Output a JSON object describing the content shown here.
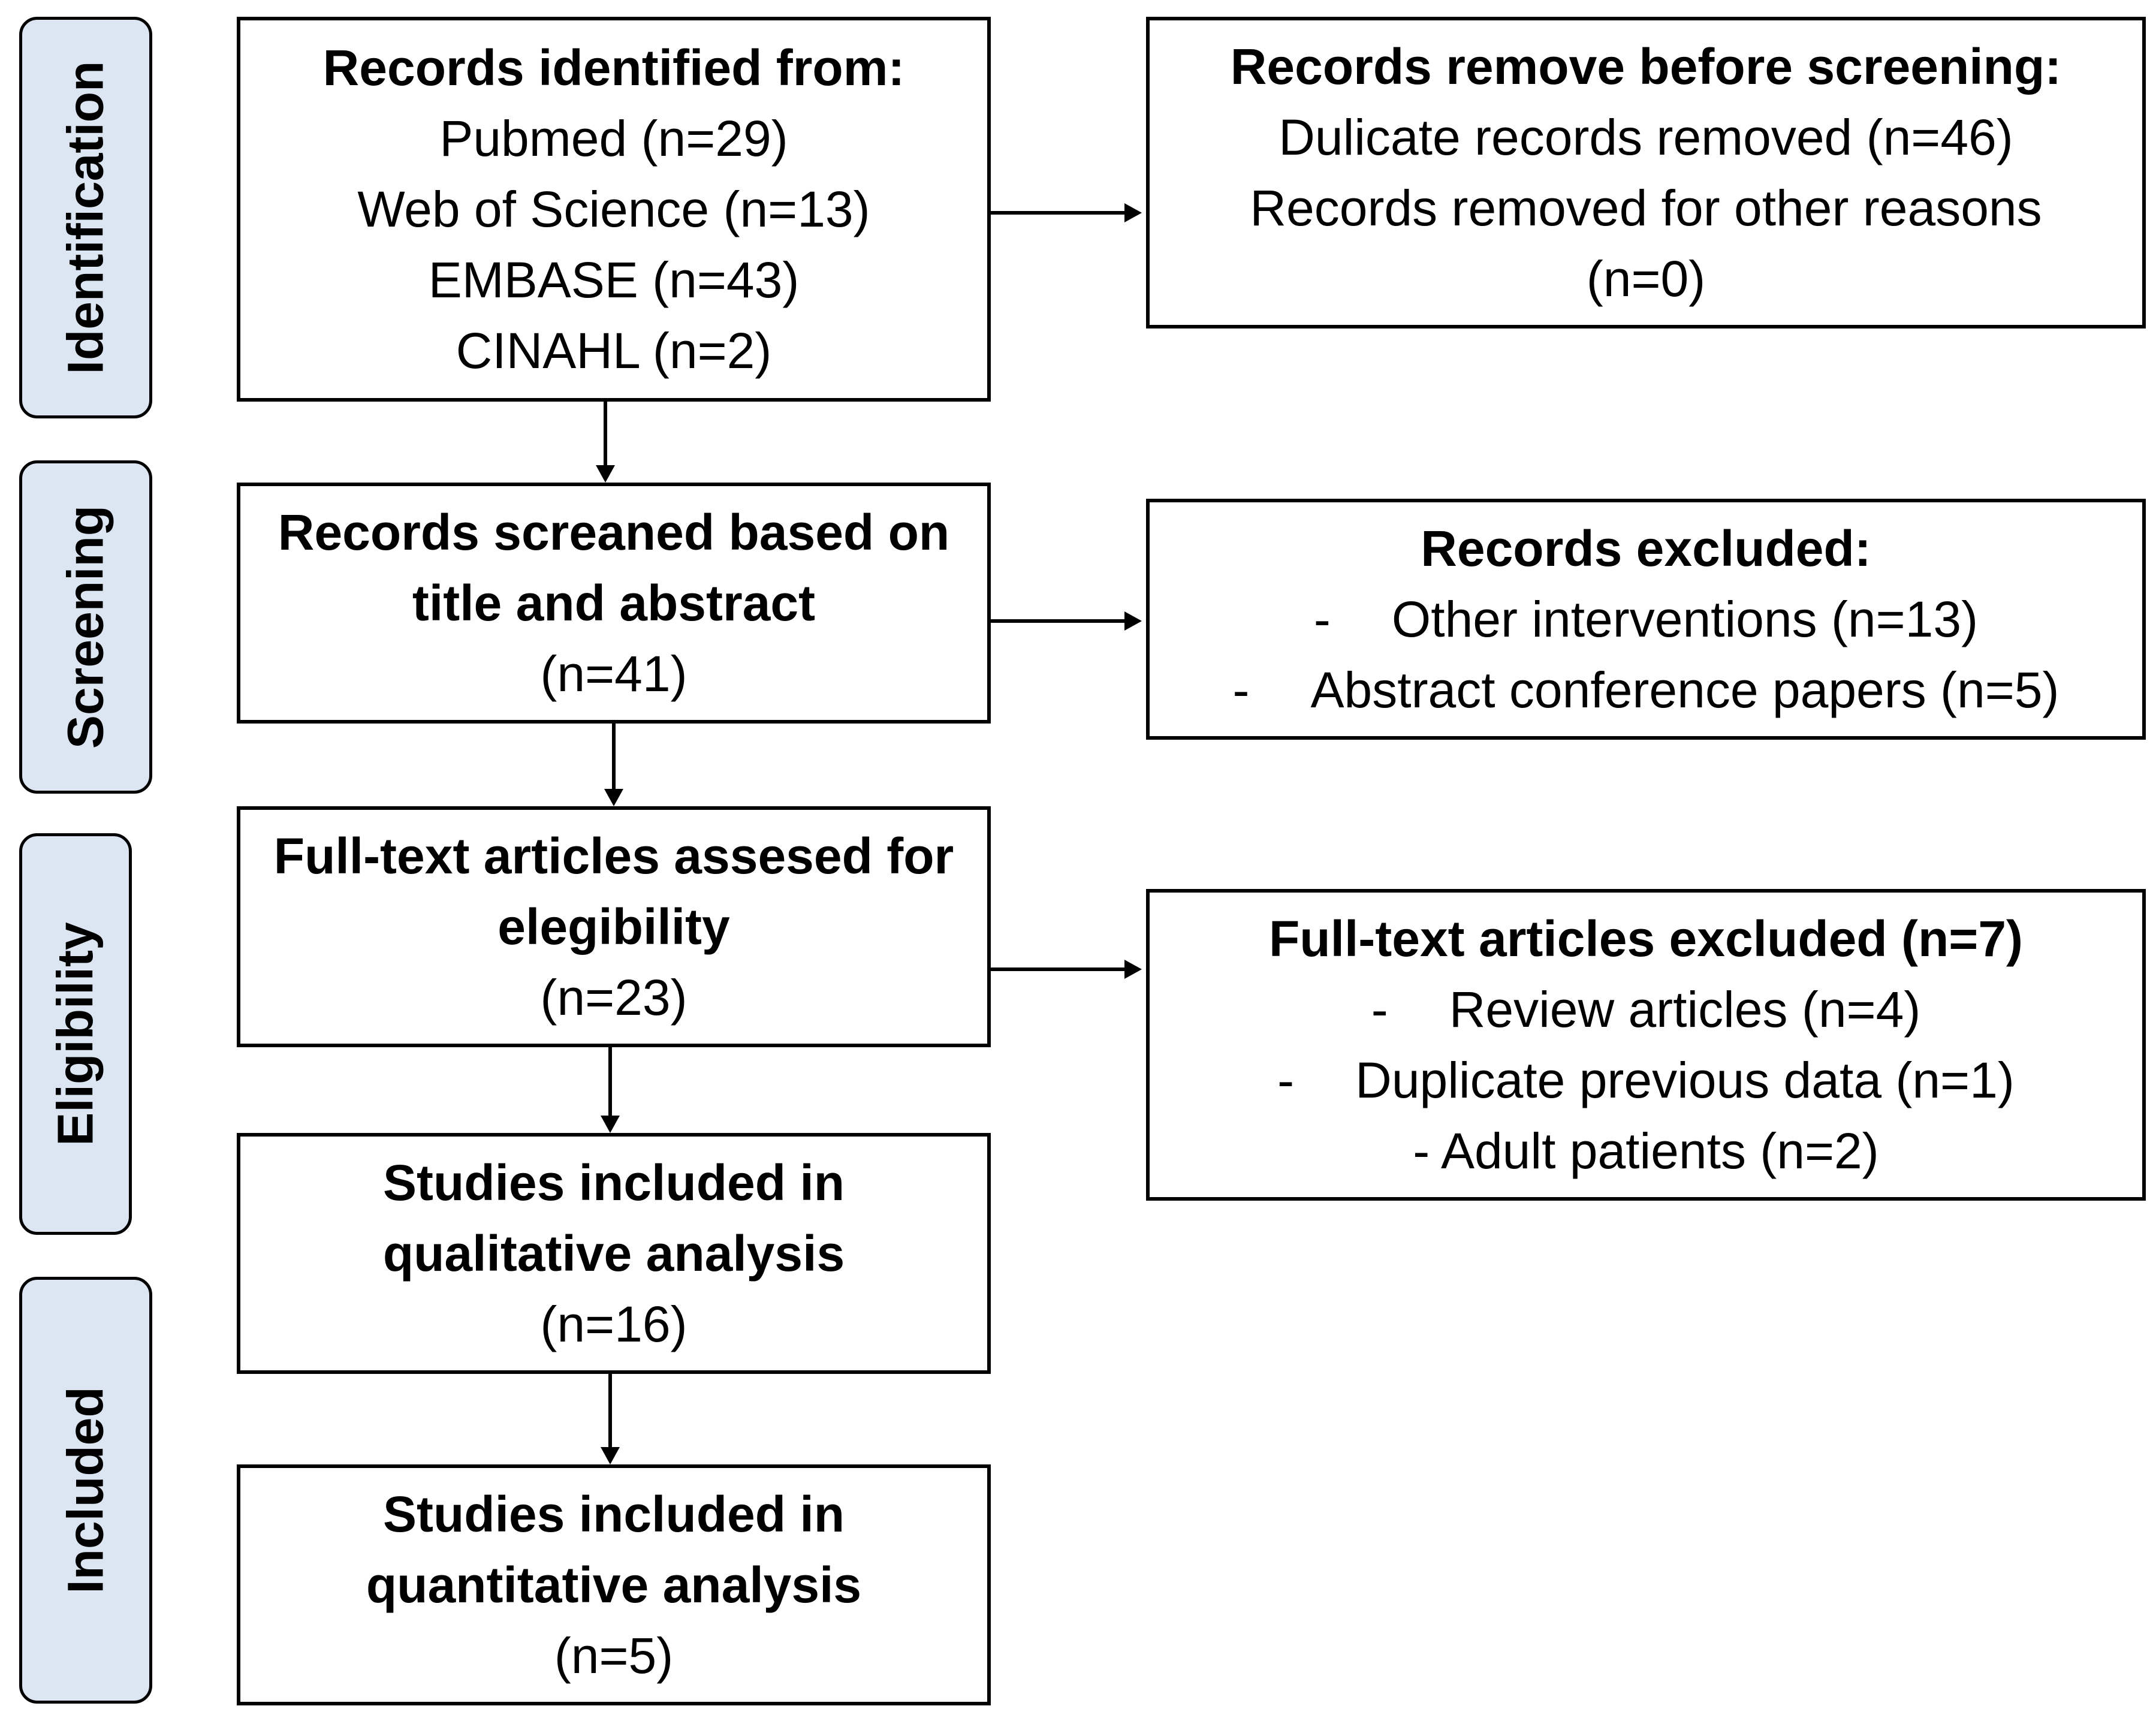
{
  "phases": {
    "identification": "Identification",
    "screening": "Screening",
    "eligibility": "Eligibility",
    "included": "Included"
  },
  "boxes": {
    "identified": {
      "title": "Records identified from:",
      "lines": [
        "Pubmed (n=29)",
        "Web of Science (n=13)",
        "EMBASE (n=43)",
        "CINAHL (n=2)"
      ]
    },
    "removed": {
      "title": "Records remove before screening:",
      "lines": [
        "Dulicate records removed (n=46)",
        "Records removed for other reasons",
        "(n=0)"
      ]
    },
    "screened": {
      "title_lines": [
        "Records screaned based on",
        "title and abstract"
      ],
      "count": "(n=41)"
    },
    "excluded": {
      "title": "Records excluded:",
      "items": [
        {
          "dash": "-",
          "text": "Other interventions (n=13)"
        },
        {
          "dash": "-",
          "text": "Abstract conference papers (n=5)"
        }
      ]
    },
    "fulltext": {
      "title_lines": [
        "Full-text articles assesed for",
        "elegibility"
      ],
      "count": "(n=23)"
    },
    "fulltext_excluded": {
      "title": "Full-text articles excluded (n=7)",
      "items": [
        {
          "dash": "-",
          "text": "Review articles (n=4)"
        },
        {
          "dash": "-",
          "text": "Duplicate previous data (n=1)"
        }
      ],
      "last_line": "- Adult patients (n=2)"
    },
    "qualitative": {
      "title_lines": [
        "Studies included in",
        "qualitative analysis"
      ],
      "count": "(n=16)"
    },
    "quantitative": {
      "title_lines": [
        "Studies included in",
        "quantitative analysis"
      ],
      "count": "(n=5)"
    }
  },
  "colors": {
    "phase_fill": "#dce6f2",
    "stroke": "#000000",
    "box_fill": "#ffffff"
  }
}
